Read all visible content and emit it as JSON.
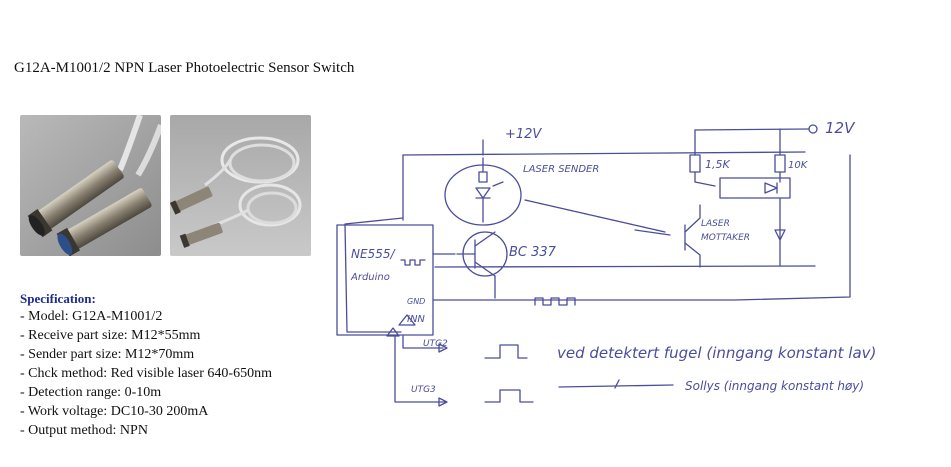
{
  "title": "G12A-M1001/2 NPN Laser Photoelectric Sensor Switch",
  "spec": {
    "heading": "Specification:",
    "items": [
      "- Model: G12A-M1001/2",
      "- Receive part size: M12*55mm",
      "- Sender part size: M12*70mm",
      "- Chck method: Red visible laser 640-650nm",
      "- Detection range: 0-10m",
      "- Work voltage: DC10-30 200mA",
      "- Output method: NPN"
    ]
  },
  "sketch": {
    "supply_left": "+12V",
    "supply_right": "12V",
    "laser_sender": "LASER SENDER",
    "laser_receiver_1": "LASER",
    "laser_receiver_2": "MOTTAKER",
    "resistor_1": "1,5K",
    "resistor_2": "10K",
    "transistor": "BC 337",
    "mcu_1": "NE555/",
    "mcu_2": "Arduino",
    "gnd": "GND",
    "inn": "INN",
    "out2": "UTG2",
    "out3": "UTG3",
    "note_1": "ved detektert fugel (inngang konstant lav)",
    "note_2": "Sollys (inngang konstant høy)"
  }
}
